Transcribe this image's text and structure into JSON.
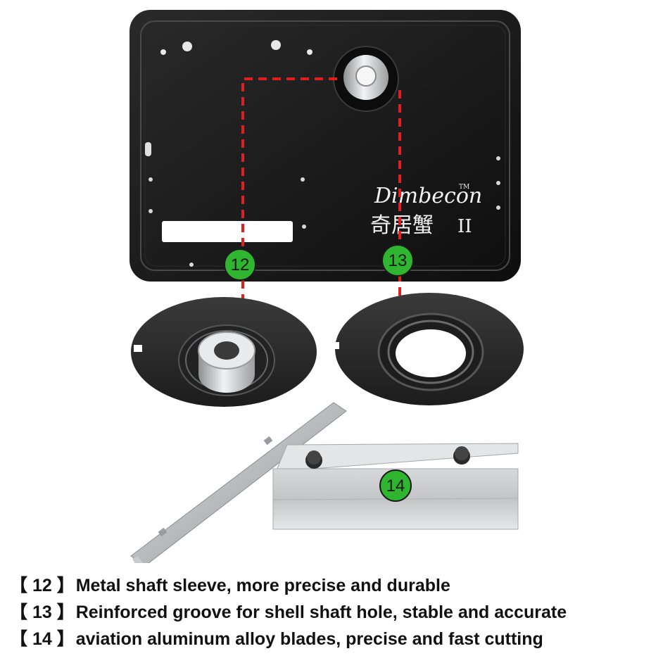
{
  "product": {
    "logo_script": "Dimbecon",
    "logo_tm": "TM",
    "logo_chinese": "奇居蟹",
    "logo_roman": "II"
  },
  "badges": [
    {
      "label": "12",
      "color": "#2fb52f"
    },
    {
      "label": "13",
      "color": "#2fb52f"
    },
    {
      "label": "14",
      "color": "#2fb52f"
    }
  ],
  "captions": [
    {
      "number": "【 12 】",
      "text": "Metal shaft sleeve, more precise and durable"
    },
    {
      "number": "【 13 】",
      "text": "Reinforced groove for shell shaft hole, stable and accurate"
    },
    {
      "number": "【 14 】",
      "text": "aviation aluminum alloy blades, precise and fast cutting"
    }
  ],
  "colors": {
    "plate": "#151515",
    "dashed_line": "#e02020",
    "badge": "#2fb52f",
    "aluminum": "#c9cacc"
  }
}
